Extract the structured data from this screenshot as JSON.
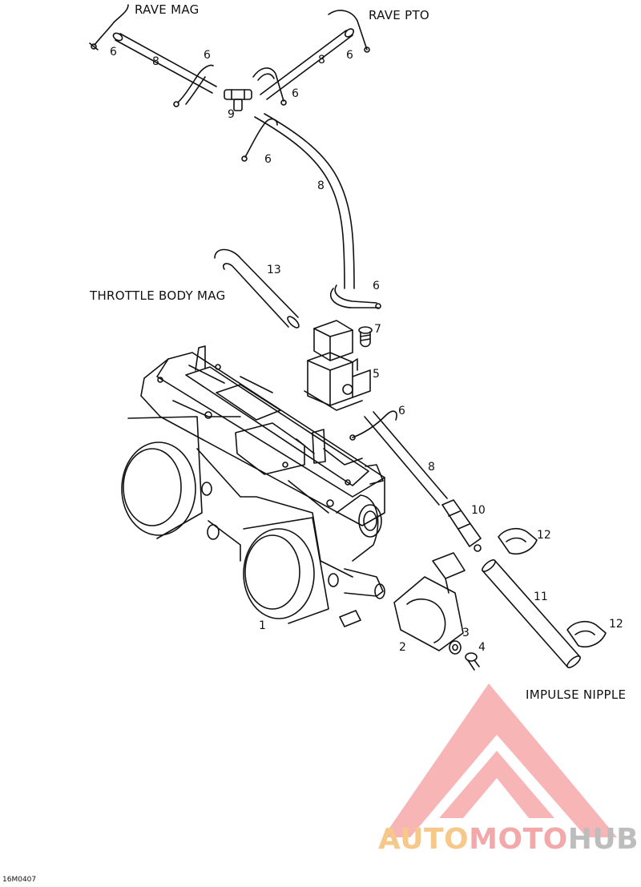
{
  "labels": {
    "rave_mag": "RAVE MAG",
    "rave_pto": "RAVE PTO",
    "throttle_body_mag": "THROTTLE BODY MAG",
    "impulse_nipple": "IMPULSE NIPPLE",
    "drawing_code": "16M0407"
  },
  "callouts": [
    "1",
    "2",
    "3",
    "4",
    "5",
    "6",
    "7",
    "8",
    "9",
    "10",
    "11",
    "12",
    "13"
  ],
  "watermark": {
    "part_a": "AUTO",
    "part_b": "MOTO",
    "part_c": "HUB",
    "colors": {
      "auto": "#f6c88a",
      "moto": "#f3a9a9",
      "hub": "#bdbdbd",
      "logo": "#f05a5a"
    }
  }
}
